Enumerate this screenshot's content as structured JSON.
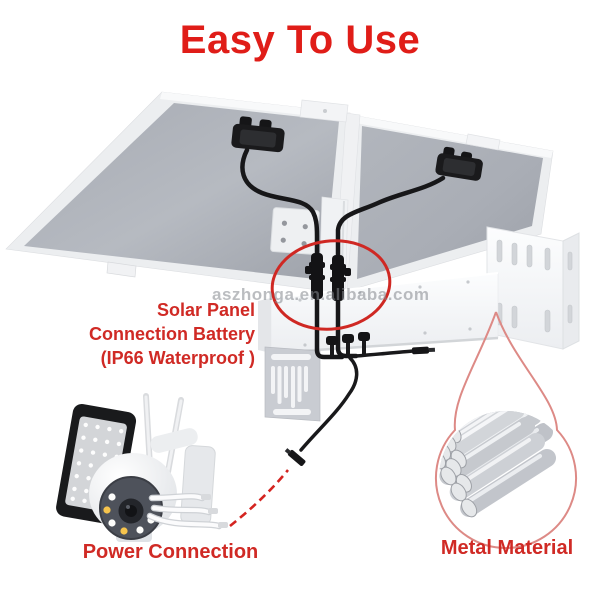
{
  "title": "Easy To Use",
  "watermark": "aszhonga.en.alibaba.com",
  "callouts": {
    "solar_battery_line1": "Solar Panel",
    "solar_battery_line2": "Connection Battery",
    "solar_battery_line3": "(IP66 Waterproof )",
    "power": "Power Connection",
    "metal": "Metal Material"
  },
  "colors": {
    "title_red": "#e01d18",
    "label_red": "#d02a25",
    "ellipse_red": "#cf2823",
    "dashed_red": "#d42420",
    "callout_outline_pink": "#dd8a86",
    "panel_gray": "#aeb2ba",
    "metal_gray": "#ced1d6"
  },
  "parts": {
    "solar_panels": "dual-solar-panel-underside",
    "junction_boxes": "solar-junction-boxes-with-cables",
    "connectors": "waterproof-solar-connectors-circled",
    "battery_box": "battery-box-with-wall-bracket",
    "pole_plate": "perforated-pole-mount-plate",
    "camera": "ptz-security-camera-with-floodlight",
    "metal_rods": "stacked-metal-rods",
    "power_line": "dashed-power-connection-line"
  }
}
